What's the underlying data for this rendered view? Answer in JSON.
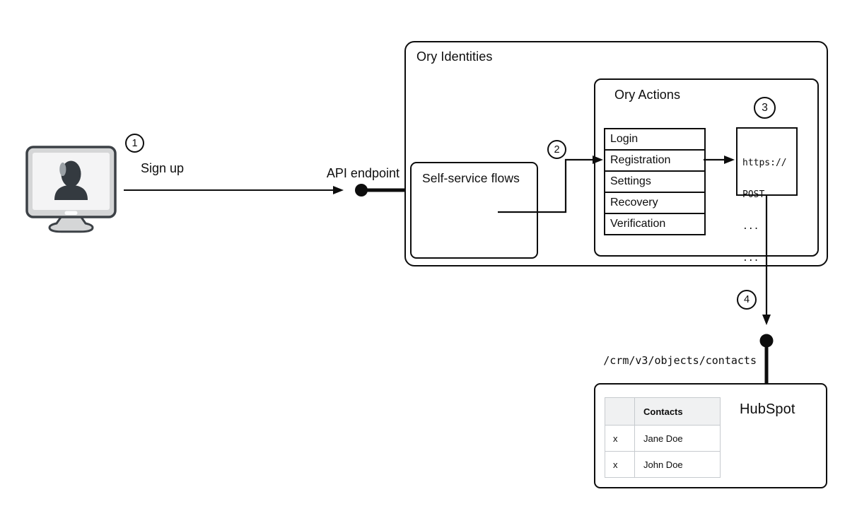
{
  "steps": {
    "one": "1",
    "two": "2",
    "three": "3",
    "four": "4"
  },
  "labels": {
    "sign_up": "Sign up",
    "api_endpoint": "API endpoint",
    "crm_path": "/crm/v3/objects/contacts"
  },
  "ory_identities": {
    "title": "Ory Identities"
  },
  "self_service_flows": {
    "title": "Self-service flows"
  },
  "ory_actions": {
    "title": "Ory Actions",
    "flows": [
      "Login",
      "Registration",
      "Settings",
      "Recovery",
      "Verification"
    ]
  },
  "webhook_request": {
    "lines": [
      "https://",
      "POST",
      "...",
      "..."
    ]
  },
  "hubspot": {
    "title": "HubSpot",
    "contacts_table": {
      "header": "Contacts",
      "rows": [
        {
          "mark": "x",
          "name": "Jane Doe"
        },
        {
          "mark": "x",
          "name": "John Doe"
        }
      ]
    }
  },
  "colors": {
    "line": "#0d0d0d",
    "box_background": "#ffffff",
    "table_header_background": "#f0f1f2",
    "table_border": "#c6cace",
    "monitor_dark": "#3c4146",
    "monitor_light": "#d5d6d7"
  }
}
